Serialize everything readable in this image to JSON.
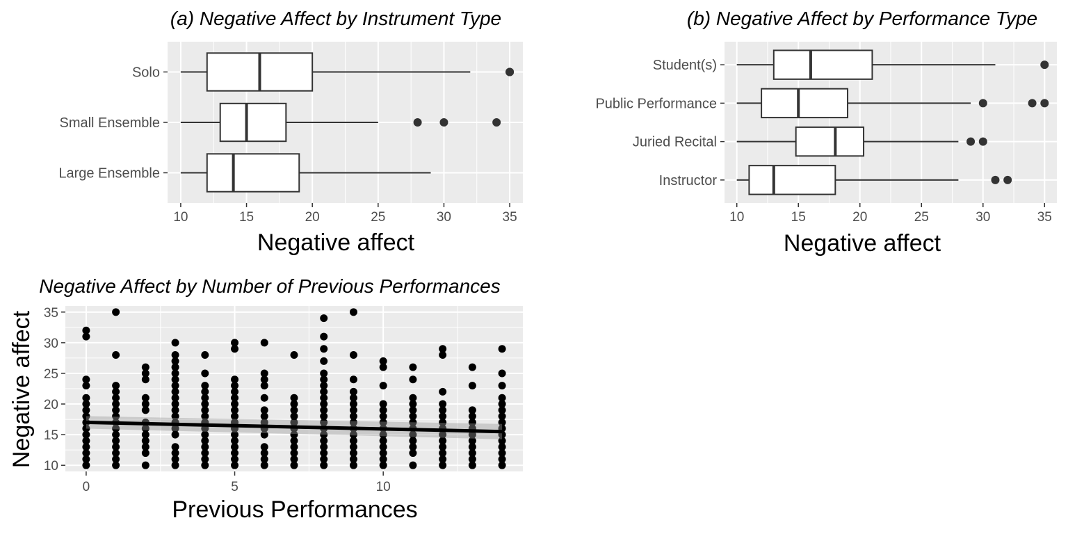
{
  "chart_data": [
    {
      "type": "boxplot",
      "orientation": "horizontal",
      "title": "(a) Negative Affect by Instrument Type",
      "xlabel": "Negative affect",
      "ylabel": "",
      "xlim": [
        9,
        36
      ],
      "xticks": [
        10,
        15,
        20,
        25,
        30,
        35
      ],
      "grid": true,
      "categories": [
        "Solo",
        "Small Ensemble",
        "Large Ensemble"
      ],
      "boxes": [
        {
          "category": "Solo",
          "whisker_low": 10,
          "q1": 12,
          "median": 16,
          "q3": 20,
          "whisker_high": 32,
          "outliers": [
            35,
            35
          ]
        },
        {
          "category": "Small Ensemble",
          "whisker_low": 10,
          "q1": 13,
          "median": 15,
          "q3": 18,
          "whisker_high": 25,
          "outliers": [
            28,
            30,
            34
          ]
        },
        {
          "category": "Large Ensemble",
          "whisker_low": 10,
          "q1": 12,
          "median": 14,
          "q3": 19,
          "whisker_high": 29,
          "outliers": []
        }
      ]
    },
    {
      "type": "boxplot",
      "orientation": "horizontal",
      "title": "(b) Negative Affect by Performance Type",
      "xlabel": "Negative affect",
      "ylabel": "",
      "xlim": [
        9,
        36
      ],
      "xticks": [
        10,
        15,
        20,
        25,
        30,
        35
      ],
      "grid": true,
      "categories": [
        "Student(s)",
        "Public Performance",
        "Juried Recital",
        "Instructor"
      ],
      "boxes": [
        {
          "category": "Student(s)",
          "whisker_low": 10,
          "q1": 13,
          "median": 16,
          "q3": 21,
          "whisker_high": 31,
          "outliers": [
            35
          ]
        },
        {
          "category": "Public Performance",
          "whisker_low": 10,
          "q1": 12,
          "median": 15,
          "q3": 19,
          "whisker_high": 29,
          "outliers": [
            30,
            34,
            35
          ]
        },
        {
          "category": "Juried Recital",
          "whisker_low": 10,
          "q1": 14.8,
          "median": 18,
          "q3": 20.3,
          "whisker_high": 28,
          "outliers": [
            29,
            30
          ]
        },
        {
          "category": "Instructor",
          "whisker_low": 10,
          "q1": 11,
          "median": 13,
          "q3": 18,
          "whisker_high": 28,
          "outliers": [
            31,
            32
          ]
        }
      ]
    },
    {
      "type": "scatter",
      "title": "Negative Affect by Number of Previous Performances",
      "xlabel": "Previous Performances",
      "ylabel": "Negative affect",
      "xlim": [
        -0.7,
        14.7
      ],
      "ylim": [
        9,
        36
      ],
      "xticks": [
        0,
        5,
        10
      ],
      "yticks": [
        10,
        15,
        20,
        25,
        30,
        35
      ],
      "grid": true,
      "points_by_x": [
        {
          "x": 0,
          "y": [
            10,
            11,
            12,
            13,
            14,
            15,
            16,
            17,
            18,
            19,
            20,
            21,
            23,
            24,
            31,
            32
          ]
        },
        {
          "x": 1,
          "y": [
            10,
            11,
            12,
            13,
            14,
            15,
            16,
            17,
            18,
            19,
            20,
            21,
            22,
            23,
            28,
            35
          ]
        },
        {
          "x": 2,
          "y": [
            10,
            12,
            13,
            14,
            15,
            16,
            17,
            19,
            20,
            21,
            24,
            25,
            26
          ]
        },
        {
          "x": 3,
          "y": [
            10,
            11,
            12,
            13,
            15,
            16,
            17,
            18,
            19,
            20,
            21,
            22,
            23,
            24,
            25,
            26,
            27,
            28,
            30
          ]
        },
        {
          "x": 4,
          "y": [
            10,
            11,
            12,
            13,
            14,
            15,
            16,
            17,
            18,
            19,
            20,
            21,
            22,
            23,
            25,
            28
          ]
        },
        {
          "x": 5,
          "y": [
            10,
            11,
            12,
            13,
            14,
            15,
            16,
            17,
            18,
            19,
            20,
            21,
            22,
            23,
            24,
            29,
            30
          ]
        },
        {
          "x": 6,
          "y": [
            10,
            11,
            12,
            13,
            15,
            16,
            17,
            18,
            19,
            21,
            23,
            24,
            25,
            30
          ]
        },
        {
          "x": 7,
          "y": [
            10,
            11,
            12,
            13,
            14,
            15,
            16,
            17,
            18,
            19,
            20,
            21,
            28
          ]
        },
        {
          "x": 8,
          "y": [
            10,
            11,
            12,
            13,
            14,
            15,
            16,
            17,
            18,
            19,
            20,
            21,
            22,
            23,
            24,
            25,
            27,
            29,
            31,
            34
          ]
        },
        {
          "x": 9,
          "y": [
            10,
            11,
            12,
            13,
            14,
            15,
            16,
            17,
            18,
            19,
            20,
            21,
            22,
            24,
            28,
            35
          ]
        },
        {
          "x": 10,
          "y": [
            10,
            11,
            12,
            13,
            14,
            15,
            16,
            17,
            18,
            19,
            20,
            23,
            26,
            27
          ]
        },
        {
          "x": 11,
          "y": [
            10,
            12,
            13,
            14,
            15,
            16,
            17,
            18,
            19,
            20,
            21,
            24,
            26
          ]
        },
        {
          "x": 12,
          "y": [
            10,
            11,
            12,
            13,
            14,
            15,
            16,
            17,
            18,
            19,
            20,
            22,
            28,
            29
          ]
        },
        {
          "x": 13,
          "y": [
            10,
            11,
            12,
            13,
            14,
            15,
            16,
            17,
            18,
            19,
            23,
            26
          ]
        },
        {
          "x": 14,
          "y": [
            10,
            11,
            12,
            13,
            14,
            15,
            16,
            17,
            18,
            19,
            20,
            21,
            23,
            25,
            29
          ]
        }
      ],
      "trend_line": {
        "x": [
          0,
          14
        ],
        "y": [
          17,
          15.5
        ]
      }
    }
  ]
}
